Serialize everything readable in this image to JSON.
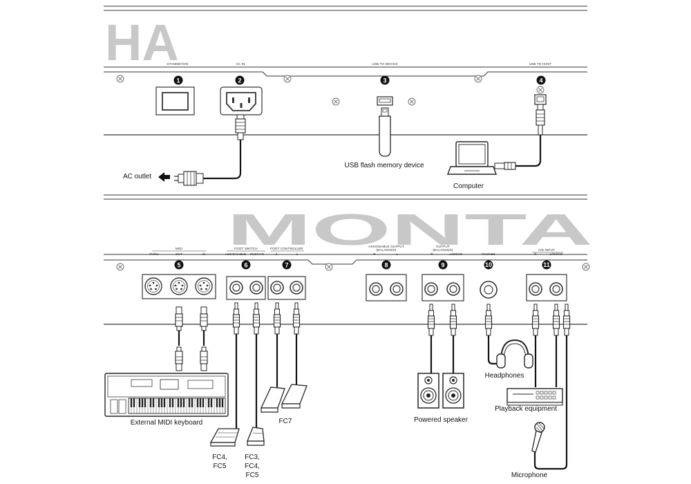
{
  "brand": {
    "top": "HA",
    "bottom": "MONTA"
  },
  "top_panel": {
    "port_labels": {
      "standby": "STANDBY/ON",
      "acin": "AC IN",
      "usbdev": "USB TO DEVICE",
      "usbhost": "USB TO HOST"
    },
    "numbers": {
      "n1": "1",
      "n2": "2",
      "n3": "3",
      "n4": "4"
    },
    "devices": {
      "ac_outlet": "AC outlet",
      "usb_flash": "USB flash memory device",
      "computer": "Computer"
    }
  },
  "bottom_panel": {
    "port_labels": {
      "midi": "MIDI",
      "midi_thru": "THRU",
      "midi_out": "OUT",
      "midi_in": "IN",
      "footswitch": "FOOT SWITCH",
      "fs_assignable": "ASSIGNABLE",
      "fs_sustain": "SUSTAIN",
      "footcontroller": "FOOT CONTROLLER",
      "fc_2": "2",
      "fc_1": "1",
      "assign_out": "ASSIGNABLE OUTPUT",
      "assign_out_bal": "(BALANCED)",
      "ao_r": "R",
      "ao_l": "L",
      "output": "OUTPUT",
      "output_bal": "(BALANCED)",
      "out_r": "R",
      "out_lmono": "L/MONO",
      "phones": "PHONES",
      "ad": "A/D INPUT",
      "ad_r": "R",
      "ad_lmono": "L/MONO"
    },
    "numbers": {
      "n5": "5",
      "n6": "6",
      "n7": "7",
      "n8": "8",
      "n9": "9",
      "n10": "10",
      "n11": "11"
    },
    "devices": {
      "ext_midi": "External MIDI keyboard",
      "fc7": "FC7",
      "fc45_a": "FC4,",
      "fc45_b": "FC5",
      "fc345_a": "FC3,",
      "fc345_b": "FC4,",
      "fc345_c": "FC5",
      "powered_speaker": "Powered speaker",
      "headphones": "Headphones",
      "playback": "Playback equipment",
      "microphone": "Microphone"
    }
  }
}
